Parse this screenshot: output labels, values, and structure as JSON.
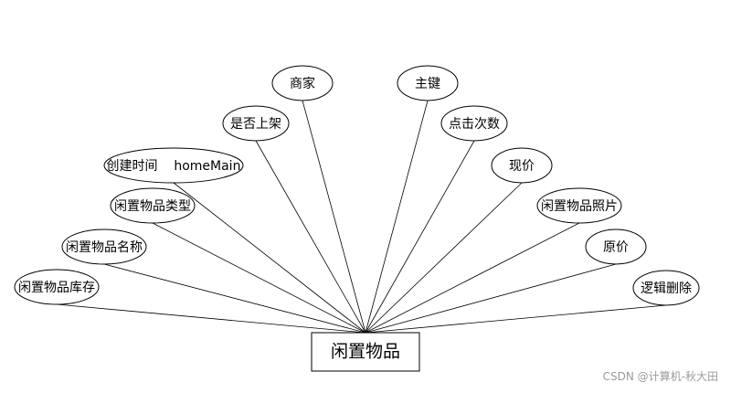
{
  "entity": {
    "name": "闲置物品"
  },
  "attributes": [
    {
      "id": "stock",
      "label": "闲置物品库存"
    },
    {
      "id": "name",
      "label": "闲置物品名称"
    },
    {
      "id": "type",
      "label": "闲置物品类型"
    },
    {
      "id": "created",
      "label": "创建时间    homeMain"
    },
    {
      "id": "listed",
      "label": "是否上架"
    },
    {
      "id": "merchant",
      "label": "商家"
    },
    {
      "id": "pk",
      "label": "主键"
    },
    {
      "id": "clicks",
      "label": "点击次数"
    },
    {
      "id": "price",
      "label": "现价"
    },
    {
      "id": "photo",
      "label": "闲置物品照片"
    },
    {
      "id": "orig",
      "label": "原价"
    },
    {
      "id": "del",
      "label": "逻辑删除"
    }
  ],
  "watermark": "CSDN @计算机-秋大田"
}
